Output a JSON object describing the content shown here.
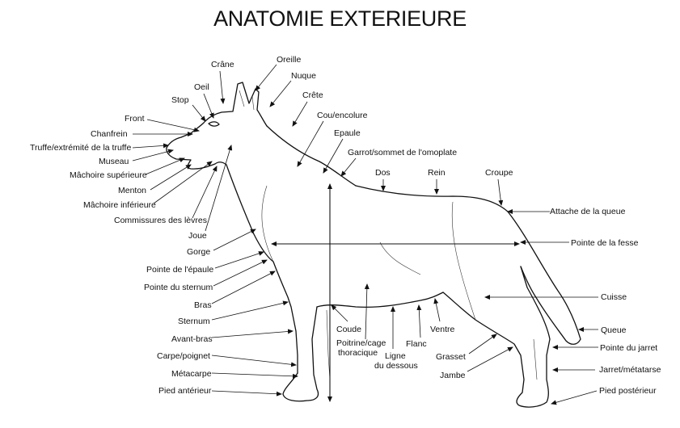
{
  "title": "ANATOMIE EXTERIEURE",
  "labels": {
    "crane": "Crâne",
    "oreille": "Oreille",
    "oeil": "Oeil",
    "nuque": "Nuque",
    "stop": "Stop",
    "crete": "Crête",
    "front": "Front",
    "cou": "Cou/encolure",
    "chanfrein": "Chanfrein",
    "epaule": "Epaule",
    "truffe": "Truffe/extrémité de la truffe",
    "garrot": "Garrot/sommet de l'omoplate",
    "museau": "Museau",
    "dos": "Dos",
    "rein": "Rein",
    "croupe": "Croupe",
    "machoire_sup": "Mâchoire supérieure",
    "menton": "Menton",
    "machoire_inf": "Mâchoire inférieure",
    "attache_queue": "Attache de la queue",
    "commissures": "Commissures des lèvres",
    "joue": "Joue",
    "pointe_fesse": "Pointe de la fesse",
    "gorge": "Gorge",
    "pointe_epaule": "Pointe de l'épaule",
    "pointe_sternum": "Pointe du sternum",
    "cuisse": "Cuisse",
    "bras": "Bras",
    "sternum": "Sternum",
    "coude": "Coude",
    "ventre": "Ventre",
    "queue": "Queue",
    "avant_bras": "Avant-bras",
    "flanc": "Flanc",
    "poitrine_1": "Poitrine/cage",
    "poitrine_2": "thoracique",
    "pointe_jarret": "Pointe du jarret",
    "carpe": "Carpe/poignet",
    "ligne_1": "Ligne",
    "ligne_2": "du dessous",
    "grasset": "Grasset",
    "jarret_metatarse": "Jarret/métatarse",
    "metacarpe": "Métacarpe",
    "jambe": "Jambe",
    "pied_anterieur": "Pied antérieur",
    "pied_posterieur": "Pied postérieur"
  }
}
